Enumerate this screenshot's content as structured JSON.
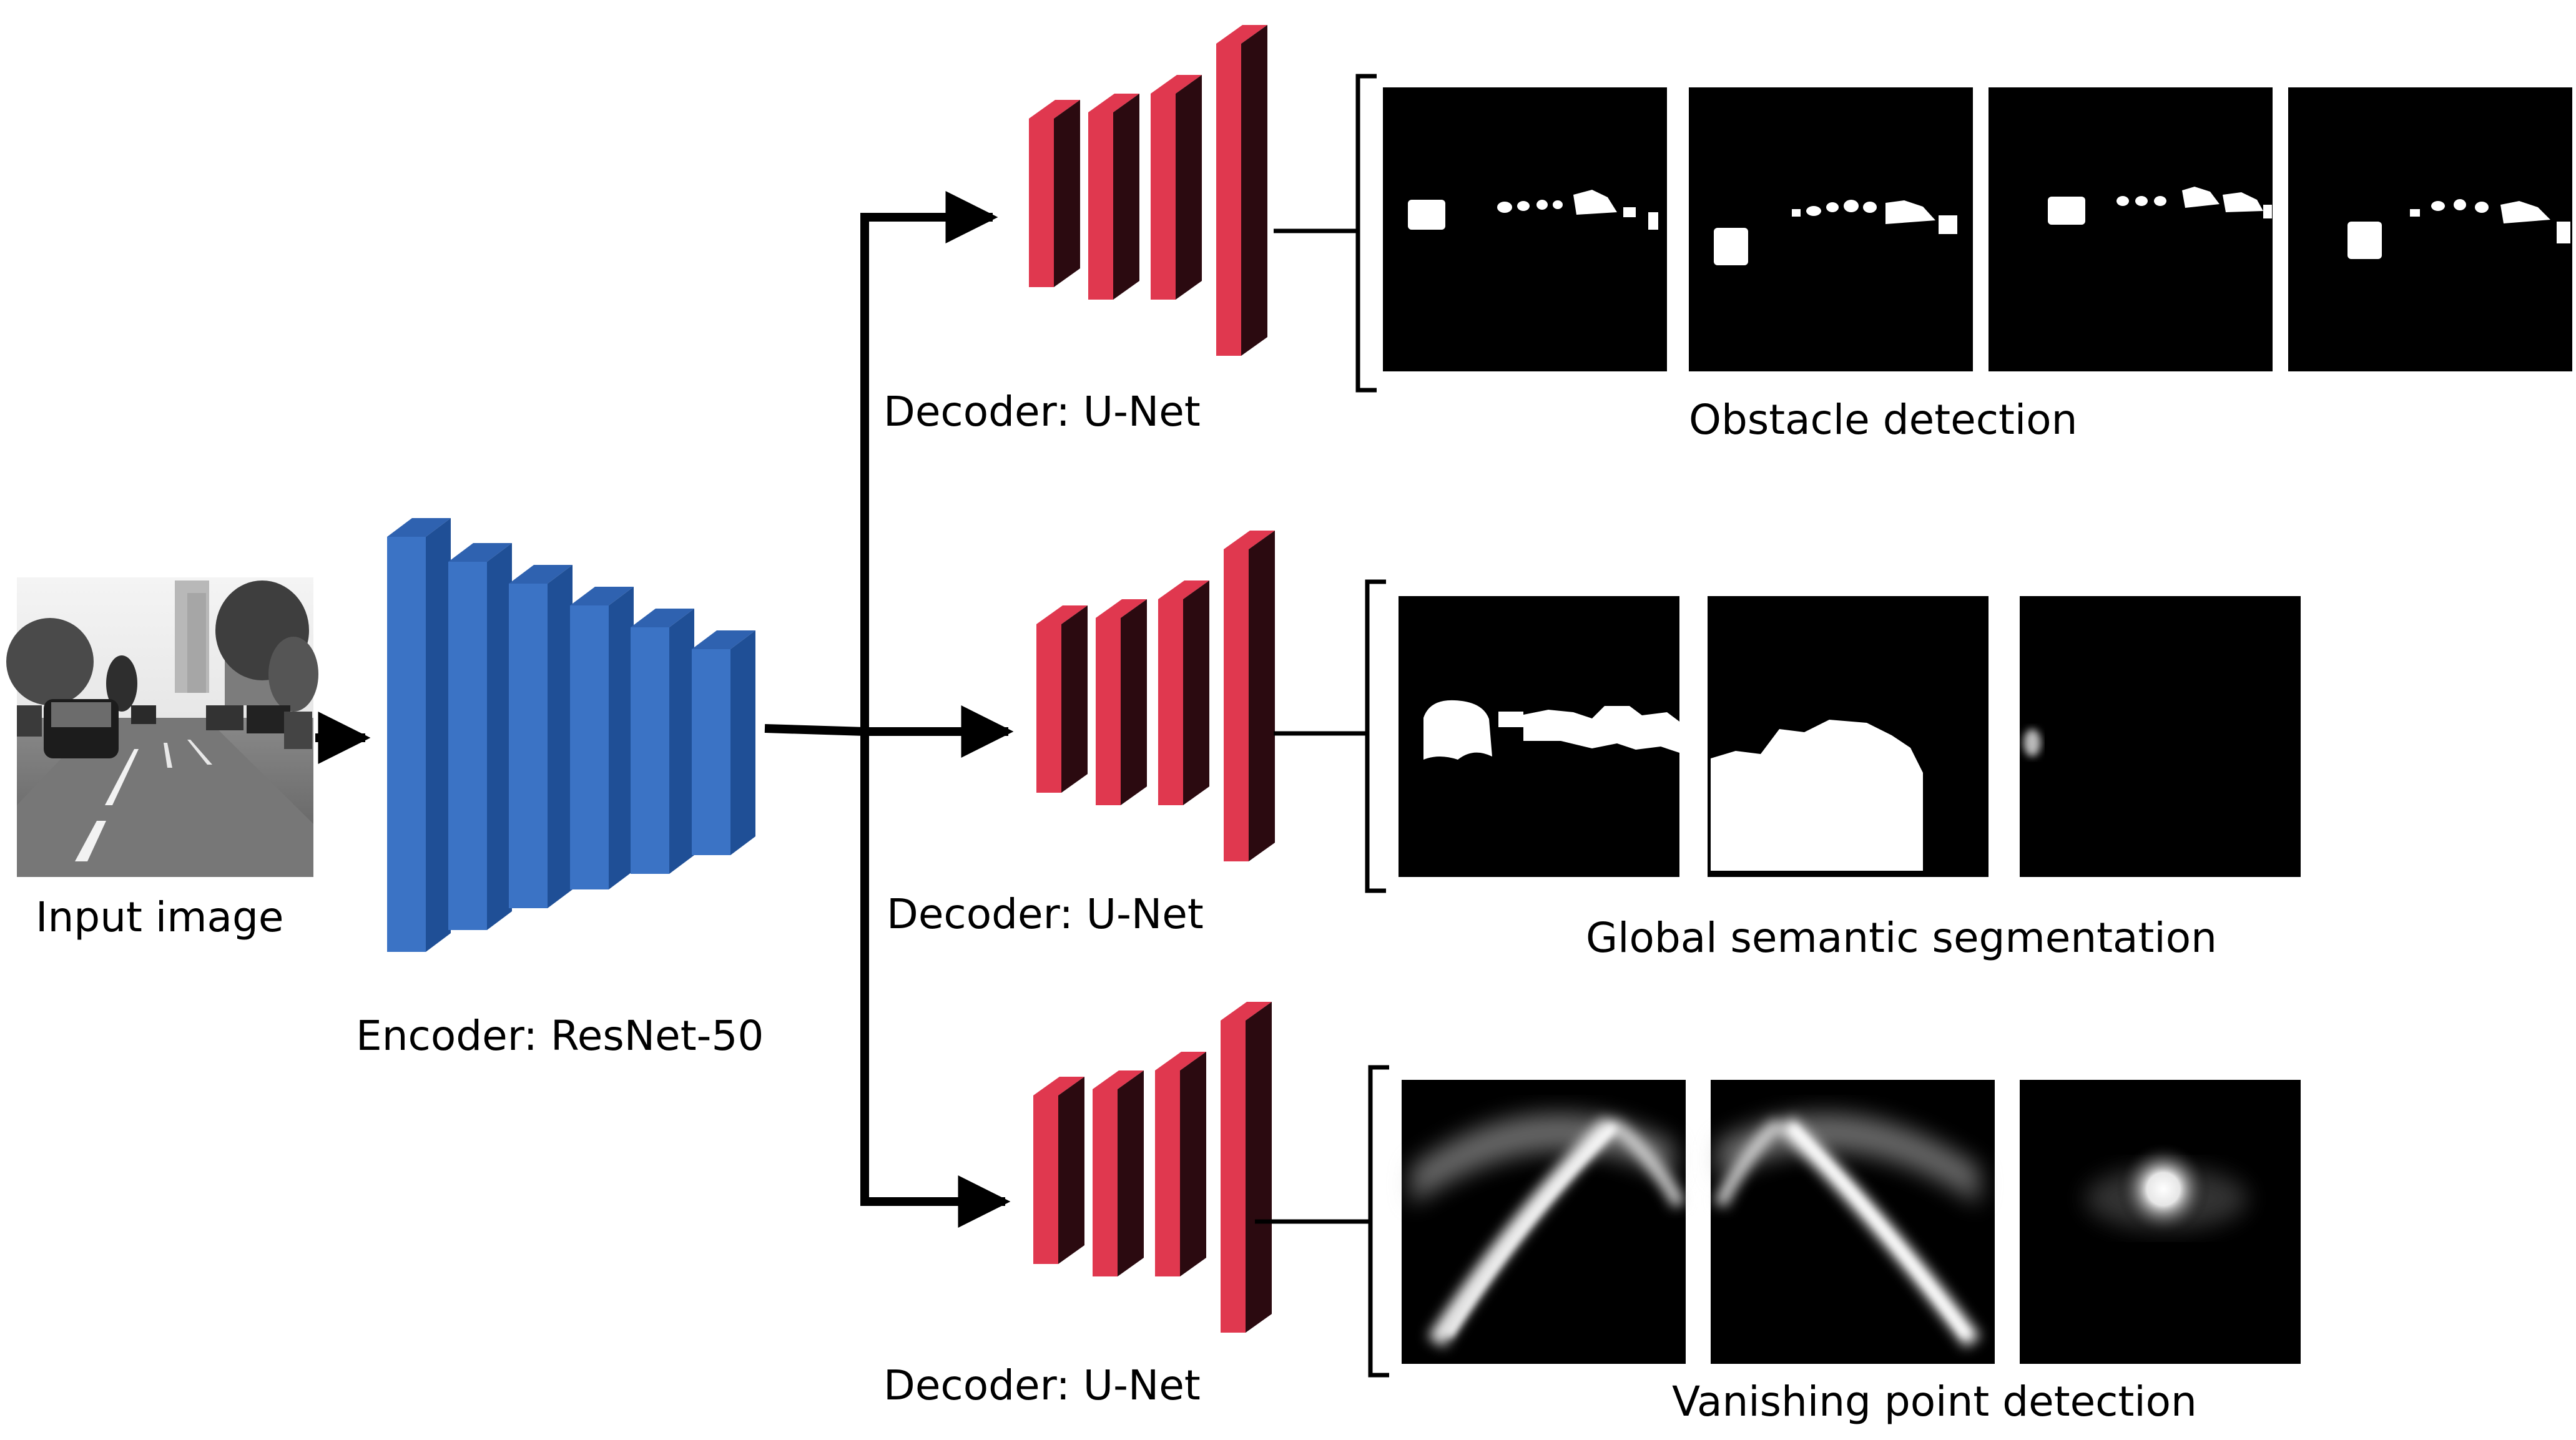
{
  "labels": {
    "input": "Input image",
    "encoder": "Encoder: ResNet-50",
    "decoder_top": "Decoder: U-Net",
    "decoder_mid": "Decoder: U-Net",
    "decoder_bottom": "Decoder: U-Net",
    "obstacle": "Obstacle detection",
    "segmentation": "Global semantic segmentation",
    "vanishing": "Vanishing point detection"
  },
  "colors": {
    "encoder_front": "#3b73c5",
    "encoder_side": "#1f4f96",
    "encoder_top": "#2f62b0",
    "decoder_front": "#d4213d",
    "decoder_top": "#e0384f",
    "decoder_side": "#2b0a10",
    "arrow": "#000000",
    "output_bg": "#000000"
  },
  "outputs": {
    "obstacle": [
      "obstacle-mask",
      "obstacle-mask",
      "obstacle-mask",
      "obstacle-mask"
    ],
    "segmentation": [
      "segmentation-mask",
      "segmentation-mask",
      "segmentation-mask"
    ],
    "vanishing": [
      "vanishing-heatmap",
      "vanishing-heatmap",
      "vanishing-heatmap"
    ]
  }
}
